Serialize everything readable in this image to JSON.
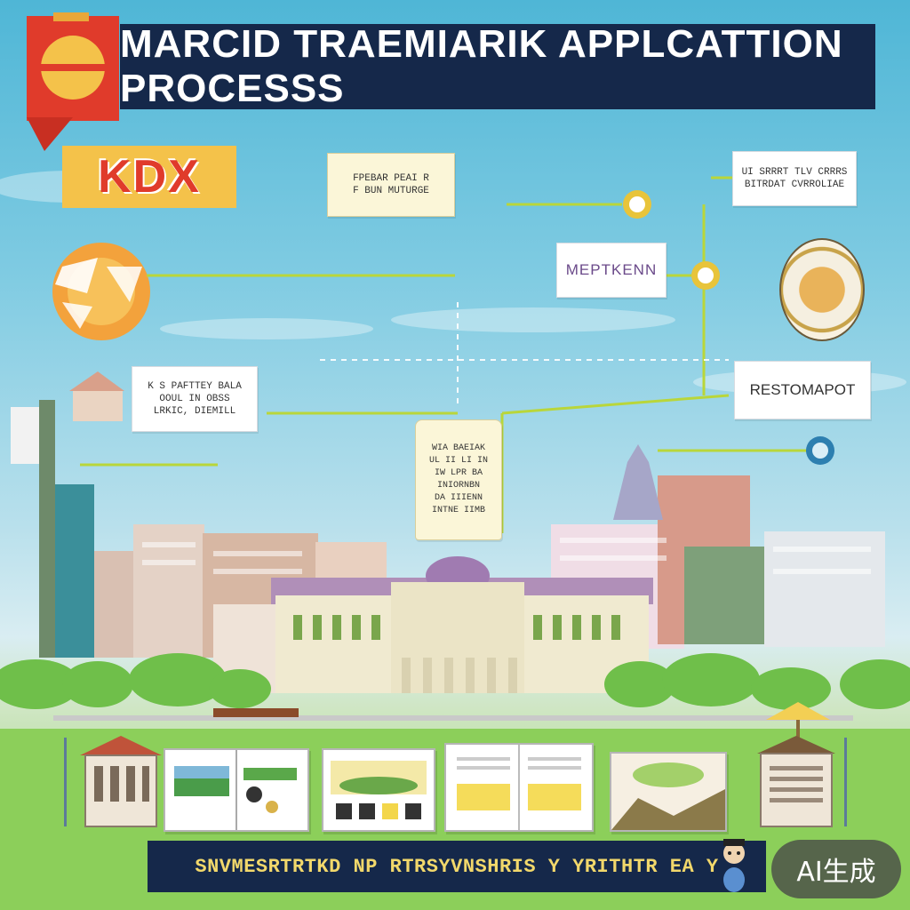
{
  "header": {
    "title": "MARCID TRAEMIARIK APPLCATTION PROCESSS"
  },
  "sticker": {
    "text": "KDX"
  },
  "notes": {
    "top_center": "FPEBAR PEAI R\nF BUN MUTURGE",
    "top_right": "UI SRRRT TLV CRRRS\nBITRDAT CVRROLIAE",
    "middle_label": "MEPTKENN",
    "left_card": "K S PAFTTEY BALA\nOOUL IN OBSS\nLRKIC, DIEMILL",
    "right_card": "RESTOMAPOT",
    "scroll": "WIA BAEIAK\nUL II LI IN\nIW LPR BA\nINIORNBN\nDA IIIENN\nINTNE IIMB"
  },
  "footer": {
    "text": "SNVMESRTRTKD NP RTRSYVNSHRIS Y YRITHTR EA Y"
  },
  "watermark": {
    "text": "AI生成"
  },
  "colors": {
    "header_bg": "#15284a",
    "sticker_bg": "#f4c24a",
    "sticker_text": "#e03b2b",
    "connector": "#b9d63a",
    "grass": "#8ccf5a",
    "sky": "#4fb6d6"
  }
}
